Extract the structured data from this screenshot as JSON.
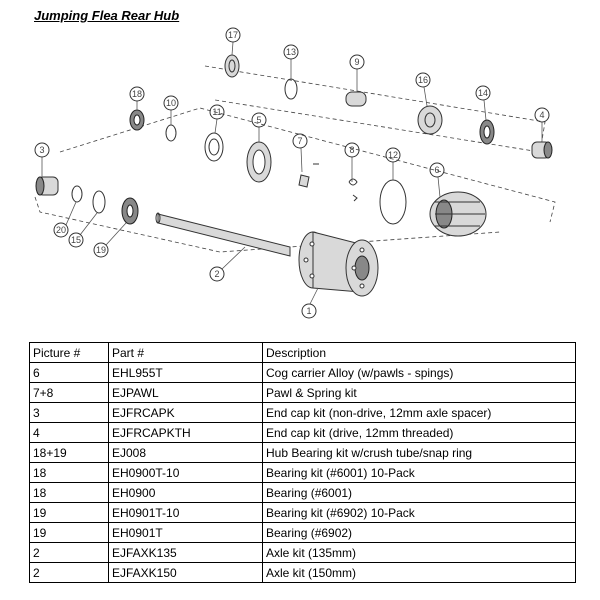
{
  "title": "Jumping Flea Rear Hub",
  "diagram": {
    "callouts": [
      "17",
      "13",
      "9",
      "16",
      "14",
      "4",
      "18",
      "10",
      "11",
      "5",
      "7",
      "8",
      "12",
      "3",
      "6",
      "20",
      "15",
      "19",
      "2",
      "1"
    ]
  },
  "table": {
    "headers": [
      "Picture #",
      "Part #",
      "Description"
    ],
    "rows": [
      [
        "6",
        "EHL955T",
        "Cog carrier Alloy (w/pawls - spings)"
      ],
      [
        "7+8",
        "EJPAWL",
        "Pawl & Spring kit"
      ],
      [
        "3",
        "EJFRCAPK",
        "End cap kit (non-drive, 12mm axle spacer)"
      ],
      [
        "4",
        "EJFRCAPKTH",
        "End cap kit (drive, 12mm threaded)"
      ],
      [
        "18+19",
        "EJ008",
        "Hub Bearing kit w/crush tube/snap ring"
      ],
      [
        "18",
        "EH0900T-10",
        "Bearing kit (#6001) 10-Pack"
      ],
      [
        "18",
        "EH0900",
        "Bearing (#6001)"
      ],
      [
        "19",
        "EH0901T-10",
        "Bearing kit (#6902) 10-Pack"
      ],
      [
        "19",
        "EH0901T",
        "Bearing (#6902)"
      ],
      [
        "2",
        "EJFAXK135",
        "Axle kit (135mm)"
      ],
      [
        "2",
        "EJFAXK150",
        "Axle kit (150mm)"
      ]
    ]
  }
}
